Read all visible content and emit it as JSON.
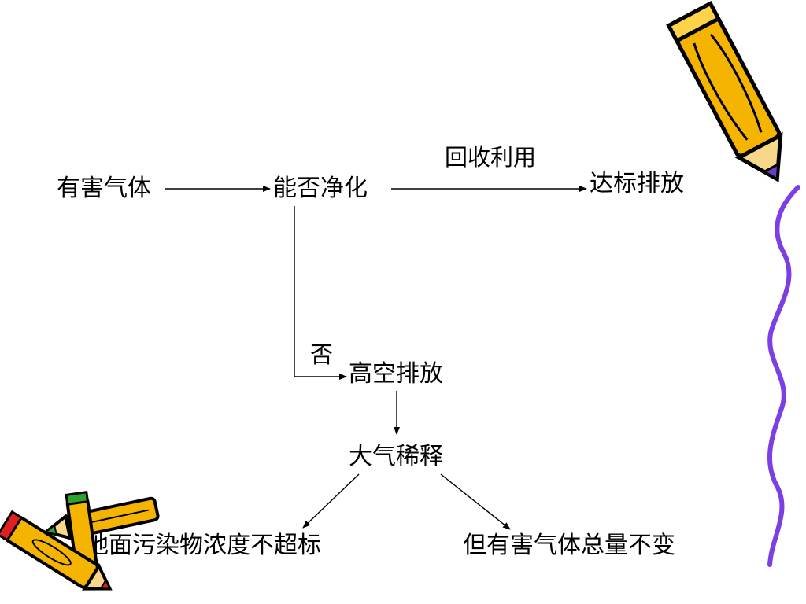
{
  "nodes": {
    "harmful_gas": "有害气体",
    "can_purify": "能否净化",
    "meets_standard": "达标排放",
    "high_altitude": "高空排放",
    "dilution": "大气稀释",
    "ground_level": "地面污染物浓度不超标",
    "total_unchanged": "但有害气体总量不变"
  },
  "edge_labels": {
    "recycle": "回收利用",
    "no": "否"
  },
  "colors": {
    "text": "#000000",
    "pencil_body": "#f5b400",
    "pencil_outline": "#000000",
    "squiggle": "#7b3fe4",
    "pencil_tip_purple": "#6a3cc9",
    "pencil_tip_red": "#e02020",
    "pencil_tip_green": "#2aa42a"
  },
  "decorations": [
    "pencil-icon",
    "pencil-icon",
    "pencil-icon",
    "squiggle-line"
  ]
}
